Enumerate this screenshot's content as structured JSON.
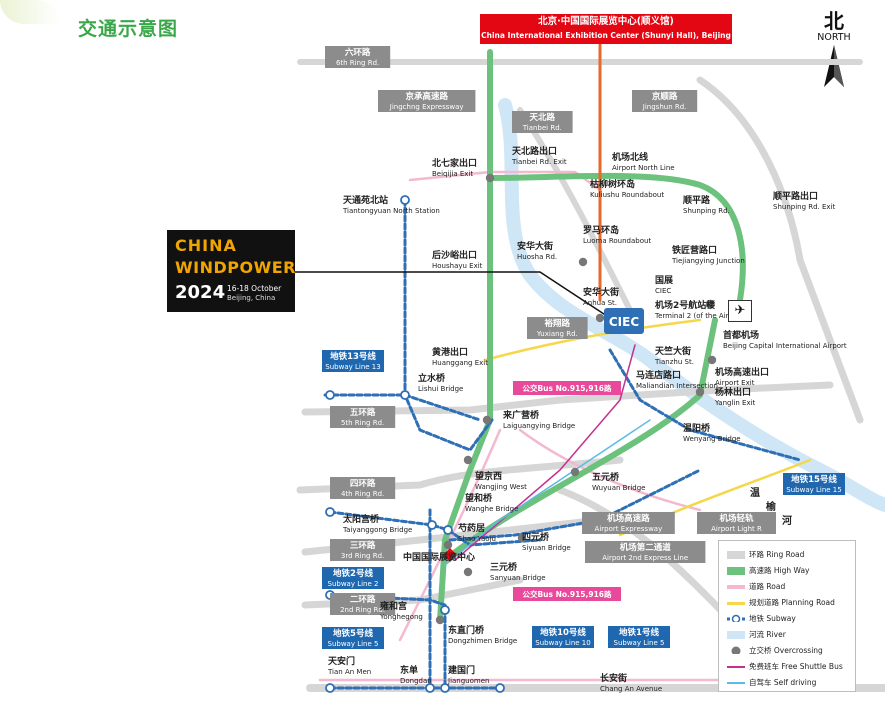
{
  "title": "交通示意图",
  "north": {
    "zh": "北",
    "en": "NORTH"
  },
  "banner": {
    "zh": "北京·中国国际展览中心(顺义馆)",
    "en": "China International Exhibition Center (Shunyi Hall), Beijing"
  },
  "logo": {
    "line1": "CHINA",
    "line2": "WINDPOWER",
    "year": "2024",
    "dates": "16-18 October",
    "city": "Beijing, China"
  },
  "colors": {
    "ring": "#d6d6d6",
    "highway": "#6cc17c",
    "road": "#f4b8d0",
    "planning": "#f5d84a",
    "subway": "#2e6fb5",
    "river": "#cfe6f7",
    "overcross": "#777777",
    "shuttle": "#c3318f",
    "self_drive": "#5bbde4",
    "label_bg": "#8c8c8c",
    "subway_label_bg": "#1f68b0",
    "bus_label_bg": "#e8499a",
    "banner": "#e30613",
    "title": "#3aa84a"
  },
  "grey_labels": [
    {
      "zh": "六环路",
      "en": "6th Ring Rd."
    },
    {
      "zh": "京承高速路",
      "en": "Jingchng Expressway"
    },
    {
      "zh": "天北路",
      "en": "Tianbei Rd."
    },
    {
      "zh": "京顺路",
      "en": "Jingshun Rd."
    },
    {
      "zh": "裕翔路",
      "en": "Yuxiang Rd."
    },
    {
      "zh": "五环路",
      "en": "5th Ring Rd."
    },
    {
      "zh": "四环路",
      "en": "4th Ring Rd."
    },
    {
      "zh": "三环路",
      "en": "3rd Ring Rd."
    },
    {
      "zh": "二环路",
      "en": "2nd Ring Rd."
    },
    {
      "zh": "机场高速路",
      "en": "Airport Expressway"
    },
    {
      "zh": "机场轻轨",
      "en": "Airport Light R"
    },
    {
      "zh": "机场第二通道",
      "en": "Airport 2nd Express Line"
    }
  ],
  "subway_labels": [
    {
      "zh": "地铁13号线",
      "en": "Subway Line 13"
    },
    {
      "zh": "地铁2号线",
      "en": "Subway Line 2"
    },
    {
      "zh": "地铁5号线",
      "en": "Subway Line 5"
    },
    {
      "zh": "地铁10号线",
      "en": "Subway Line 10"
    },
    {
      "zh": "地铁1号线",
      "en": "Subway Line 5"
    },
    {
      "zh": "地铁15号线",
      "en": "Subway Line 15"
    }
  ],
  "bus_labels": [
    "公交Bus No.915,916路",
    "公交Bus No.915,916路"
  ],
  "places": [
    {
      "zh": "北七家出口",
      "en": "Beiqijia Exit"
    },
    {
      "zh": "天北路出口",
      "en": "Tianbei Rd. Exit"
    },
    {
      "zh": "机场北线",
      "en": "Airport North Line"
    },
    {
      "zh": "枯柳树环岛",
      "en": "Kuliushu Roundabout"
    },
    {
      "zh": "顺平路",
      "en": "Shunping Rd."
    },
    {
      "zh": "顺平路出口",
      "en": "Shunping Rd. Exit"
    },
    {
      "zh": "天通苑北站",
      "en": "Tiantongyuan North Station"
    },
    {
      "zh": "后沙峪出口",
      "en": "Houshayu Exit"
    },
    {
      "zh": "安华大街",
      "en": "Huosha Rd."
    },
    {
      "zh": "罗马环岛",
      "en": "Luoma Roundabout"
    },
    {
      "zh": "铁匠营路口",
      "en": "Tiejiangying Junction"
    },
    {
      "zh": "安华大街",
      "en": "Anhua St."
    },
    {
      "zh": "国展",
      "en": "CIEC"
    },
    {
      "zh": "机场2号航站楼",
      "en": "Terminal 2 (of the Airport)"
    },
    {
      "zh": "首都机场",
      "en": "Beijing Capital International Airport"
    },
    {
      "zh": "黄港出口",
      "en": "Huanggang Exit"
    },
    {
      "zh": "天竺大街",
      "en": "Tianzhu St."
    },
    {
      "zh": "立水桥",
      "en": "Lishui Bridge"
    },
    {
      "zh": "马连店路口",
      "en": "Maliandian Intersection"
    },
    {
      "zh": "机场高速出口",
      "en": "Airport Exit"
    },
    {
      "zh": "杨林出口",
      "en": "Yanglin Exit"
    },
    {
      "zh": "来广营桥",
      "en": "Laiguangying Bridge"
    },
    {
      "zh": "温阳桥",
      "en": "Wenyang Bridge"
    },
    {
      "zh": "望京西",
      "en": "Wangjing West"
    },
    {
      "zh": "五元桥",
      "en": "Wuyuan Bridge"
    },
    {
      "zh": "望和桥",
      "en": "Wanghe Bridge"
    },
    {
      "zh": "太阳宫桥",
      "en": "Taiyanggong Bridge"
    },
    {
      "zh": "芍药居",
      "en": "Shao Yaoju"
    },
    {
      "zh": "四元桥",
      "en": "Siyuan Bridge"
    },
    {
      "zh": "中国国际展览中心",
      "en": ""
    },
    {
      "zh": "三元桥",
      "en": "Sanyuan Bridge"
    },
    {
      "zh": "雍和宫",
      "en": "Yonghegong"
    },
    {
      "zh": "东直门桥",
      "en": "Dongzhimen Bridge"
    },
    {
      "zh": "天安门",
      "en": "Tian An Men"
    },
    {
      "zh": "东单",
      "en": "Dongdan"
    },
    {
      "zh": "建国门",
      "en": "Jianguomen"
    },
    {
      "zh": "长安街",
      "en": "Chang An Avenue"
    }
  ],
  "river_name": [
    "温",
    "榆",
    "河"
  ],
  "ciec_box": "CIEC",
  "legend": [
    {
      "zh": "环路",
      "en": "Ring Road"
    },
    {
      "zh": "高速路",
      "en": "High Way"
    },
    {
      "zh": "道路",
      "en": "Road"
    },
    {
      "zh": "规划道路",
      "en": "Planning Road"
    },
    {
      "zh": "地铁",
      "en": "Subway"
    },
    {
      "zh": "河流",
      "en": "River"
    },
    {
      "zh": "立交桥",
      "en": "Overcrossing"
    },
    {
      "zh": "免费班车",
      "en": "Free Shuttle Bus"
    },
    {
      "zh": "自驾车",
      "en": "Self driving"
    }
  ]
}
